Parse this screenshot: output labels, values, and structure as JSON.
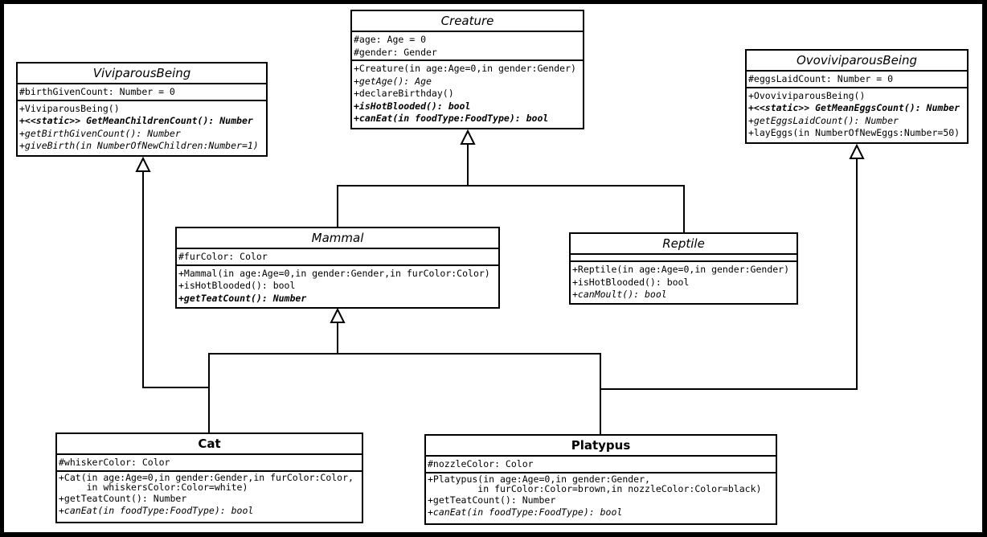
{
  "classes": {
    "creature": {
      "name": "Creature",
      "attributes": [
        "#age: Age = 0",
        "#gender: Gender"
      ],
      "operations": [
        "+Creature(in age:Age=0,in gender:Gender)",
        "+getAge(): Age",
        "+declareBirthday()",
        "+isHotBlooded(): bool",
        "+canEat(in foodType:FoodType): bool"
      ]
    },
    "viviparous": {
      "name": "ViviparousBeing",
      "attributes": [
        "#birthGivenCount: Number = 0"
      ],
      "operations": [
        "+ViviparousBeing()",
        "+<<static>> GetMeanChildrenCount(): Number",
        "+getBirthGivenCount(): Number",
        "+giveBirth(in NumberOfNewChildren:Number=1)"
      ]
    },
    "ovoviviparous": {
      "name": "OvoviviparousBeing",
      "attributes": [
        "#eggsLaidCount: Number = 0"
      ],
      "operations": [
        "+OvoviviparousBeing()",
        "+<<static>> GetMeanEggsCount(): Number",
        "+getEggsLaidCount(): Number",
        "+layEggs(in NumberOfNewEggs:Number=50)"
      ]
    },
    "mammal": {
      "name": "Mammal",
      "attributes": [
        "#furColor: Color"
      ],
      "operations": [
        "+Mammal(in age:Age=0,in gender:Gender,in furColor:Color)",
        "+isHotBlooded(): bool",
        "+getTeatCount(): Number"
      ]
    },
    "reptile": {
      "name": "Reptile",
      "attributes": [],
      "operations": [
        "+Reptile(in age:Age=0,in gender:Gender)",
        "+isHotBlooded(): bool",
        "+canMoult(): bool"
      ]
    },
    "cat": {
      "name": "Cat",
      "attributes": [
        "#whiskerColor: Color"
      ],
      "operations": [
        "+Cat(in age:Age=0,in gender:Gender,in furColor:Color,",
        "     in whiskersColor:Color=white)",
        "+getTeatCount(): Number",
        "+canEat(in foodType:FoodType): bool"
      ]
    },
    "platypus": {
      "name": "Platypus",
      "attributes": [
        "#nozzleColor: Color"
      ],
      "operations": [
        "+Platypus(in age:Age=0,in gender:Gender,",
        "         in furColor:Color=brown,in nozzleColor:Color=black)",
        "+getTeatCount(): Number",
        "+canEat(in foodType:FoodType): bool"
      ]
    }
  }
}
